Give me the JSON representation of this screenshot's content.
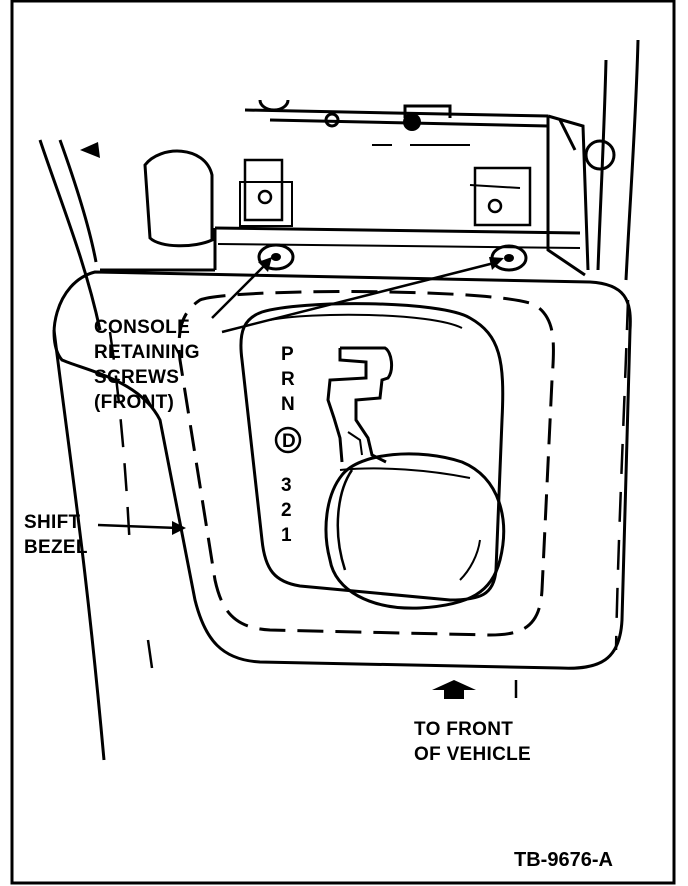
{
  "labels": {
    "console_screws": [
      "CONSOLE",
      "RETAINING",
      "SCREWS",
      "(FRONT)"
    ],
    "shift_bezel": [
      "SHIFT",
      "BEZEL"
    ],
    "to_front": [
      "TO FRONT",
      "OF VEHICLE"
    ],
    "figure_code": "TB-9676-A"
  },
  "gear_positions": [
    "P",
    "R",
    "N",
    "D",
    "3",
    "2",
    "1"
  ],
  "colors": {
    "line": "#000000",
    "background": "#ffffff"
  }
}
